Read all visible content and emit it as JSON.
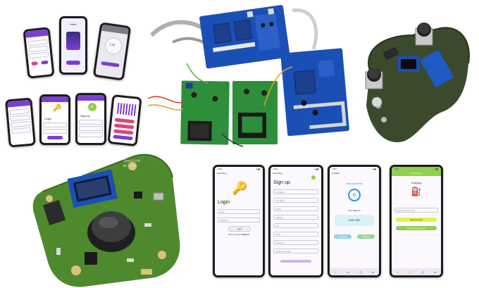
{
  "login_screen": {
    "app_name": "ParChargr",
    "title": "Login",
    "email_placeholder": "Email",
    "password_placeholder": "Password",
    "login_button": "Login",
    "register_prompt": "New to Cloud?",
    "register_link": "Register"
  },
  "signup_screen": {
    "app_name": "ParChargr",
    "title": "Sign up",
    "fields": [
      "First Name",
      "Last Name",
      "Mobile",
      "Address",
      "City",
      "Email",
      "Password",
      "Confirm Password"
    ]
  },
  "wallet_screen": {
    "header": "E-Wallet",
    "greeting": "Hello customer",
    "balance_label": "Your Balance",
    "balance_value": "LKR 150",
    "recharge_button": "Recharge",
    "withdraw_button": "Withdraw"
  },
  "charging_screen": {
    "header": "EV Charger",
    "title": "Charging",
    "select_placeholder": "Select Checkout Card",
    "start_button": "Start Charging",
    "history_button": "View Charging History"
  },
  "small_phones": {
    "splash_title": "Hello",
    "login_title": "Login",
    "signup_title": "Sign up",
    "clock_value": "1:00"
  },
  "pcb_labels": {
    "joystick_title": "Joystick",
    "joystick_sub": "Wireless"
  },
  "colors": {
    "pcb_green": "#4e8a2d",
    "pcb_blue": "#1a4fb6",
    "dark_pcb": "#3b4a2c",
    "app_purple": "#7b3fd6",
    "app_green": "#8fd14f"
  }
}
